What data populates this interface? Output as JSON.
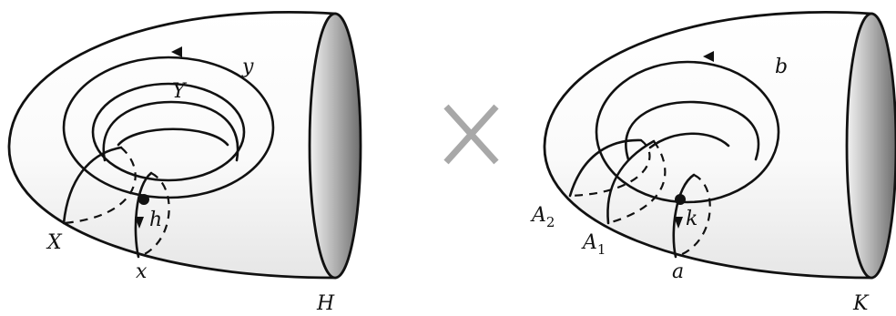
{
  "left_body": {
    "name_label": "H",
    "labels": {
      "X": "X",
      "Y": "Y",
      "x": "x",
      "y": "y",
      "h": "h"
    }
  },
  "operator": {
    "symbol": "times"
  },
  "right_body": {
    "name_label": "K",
    "labels": {
      "a": "a",
      "b": "b",
      "k": "k",
      "A1_base": "A",
      "A1_sub": "1",
      "A2_base": "A",
      "A2_sub": "2"
    }
  }
}
